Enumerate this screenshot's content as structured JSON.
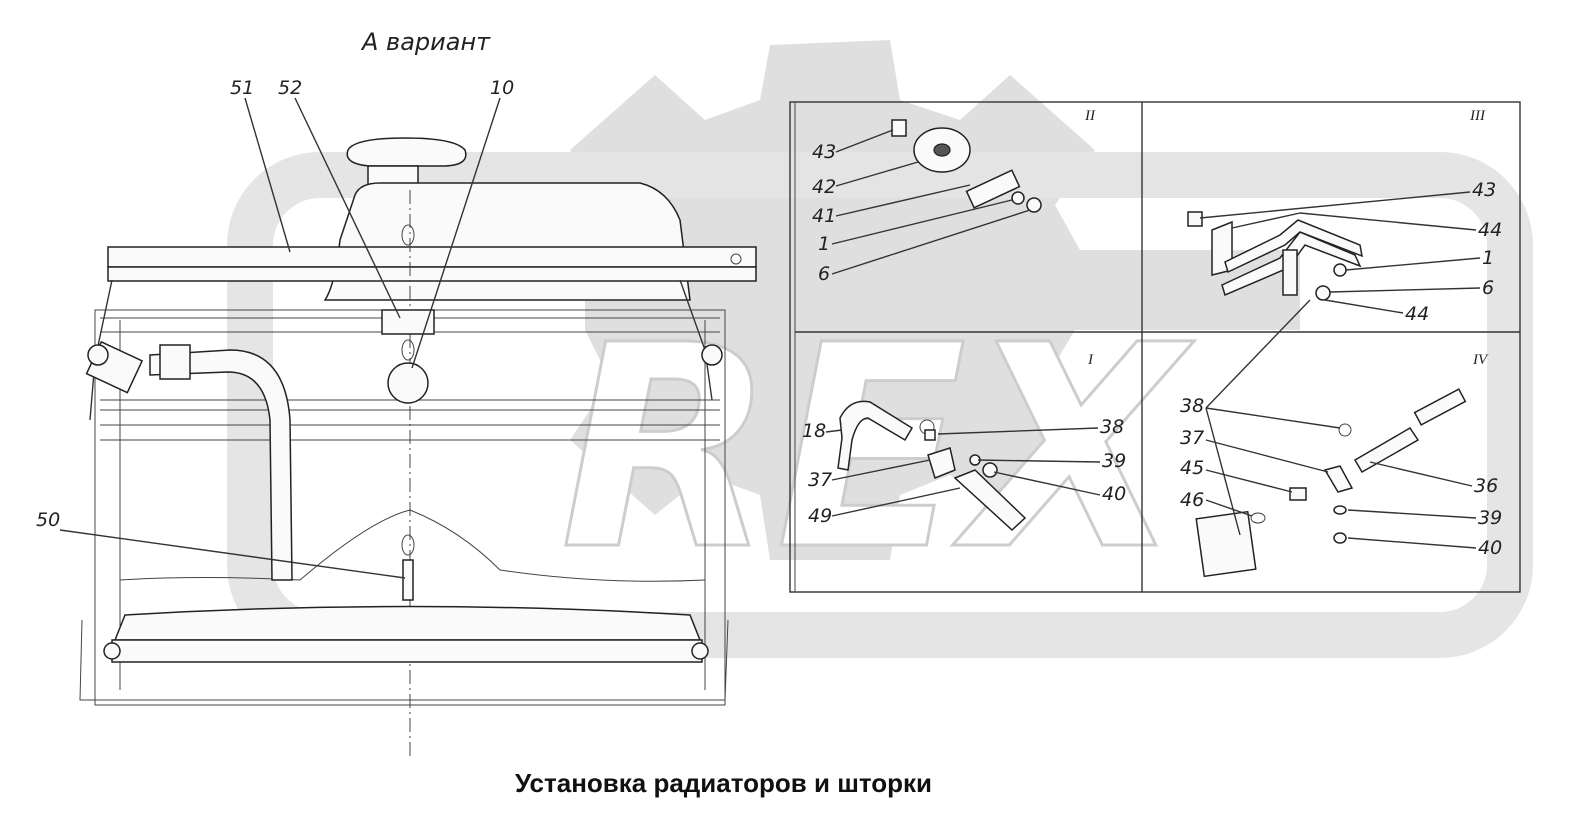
{
  "diagram": {
    "title": "А вариант",
    "caption": "Установка радиаторов и шторки",
    "watermark": {
      "text": "REX",
      "color": "#d9d9d9"
    },
    "main_view": {
      "callouts": [
        "51",
        "52",
        "10",
        "50"
      ]
    },
    "detail_panels": [
      {
        "id": "II",
        "label": "II",
        "callouts": [
          "43",
          "42",
          "41",
          "1",
          "6"
        ]
      },
      {
        "id": "III",
        "label": "III",
        "callouts": [
          "43",
          "44",
          "1",
          "6",
          "44"
        ]
      },
      {
        "id": "I",
        "label": "I",
        "callouts": [
          "18",
          "38",
          "37",
          "39",
          "40",
          "49"
        ]
      },
      {
        "id": "IV",
        "label": "IV",
        "callouts": [
          "38",
          "37",
          "45",
          "46",
          "36",
          "39",
          "40"
        ]
      }
    ]
  }
}
